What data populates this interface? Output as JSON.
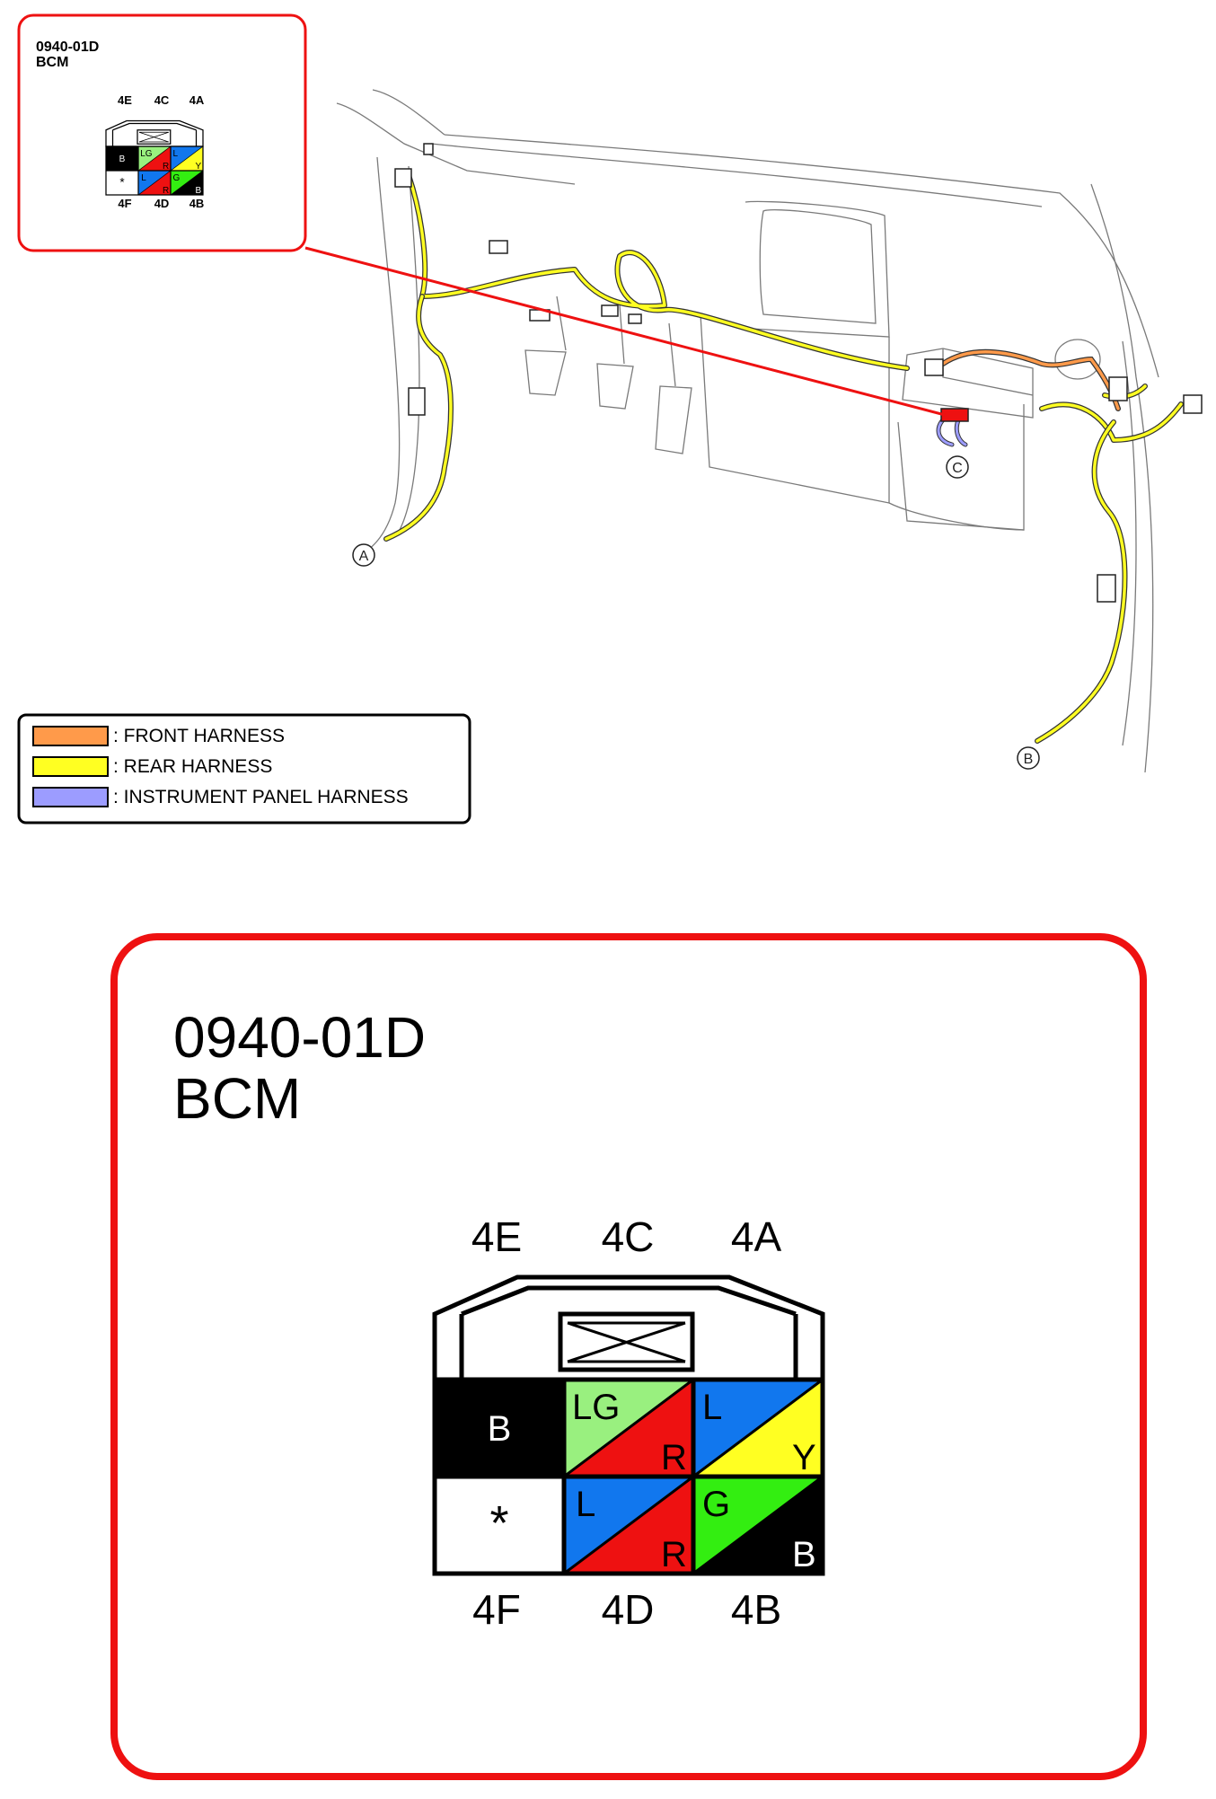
{
  "callout": {
    "connector_code": "0940-01D",
    "connector_name": "BCM"
  },
  "connector": {
    "top_labels": [
      "4E",
      "4C",
      "4A"
    ],
    "bottom_labels": [
      "4F",
      "4D",
      "4B"
    ],
    "terminals": [
      {
        "id": "4E",
        "wire": "B",
        "colors": [
          "#000000"
        ]
      },
      {
        "id": "4C",
        "wire_top": "LG",
        "wire_bottom": "R",
        "colors": [
          "#99f07f",
          "#ee1111"
        ]
      },
      {
        "id": "4A",
        "wire_top": "L",
        "wire_bottom": "Y",
        "colors": [
          "#1177ee",
          "#ffff22"
        ]
      },
      {
        "id": "4F",
        "wire": "*",
        "colors": [
          "#ffffff"
        ]
      },
      {
        "id": "4D",
        "wire_top": "L",
        "wire_bottom": "R",
        "colors": [
          "#1177ee",
          "#ee1111"
        ]
      },
      {
        "id": "4B",
        "wire_top": "G",
        "wire_bottom": "B",
        "colors": [
          "#33ee11",
          "#000000"
        ]
      }
    ]
  },
  "legend": {
    "items": [
      {
        "label": ": FRONT HARNESS",
        "color": "#ff9a4a"
      },
      {
        "label": ": REAR HARNESS",
        "color": "#ffff22"
      },
      {
        "label": ": INSTRUMENT PANEL HARNESS",
        "color": "#9c9cff"
      }
    ]
  },
  "markers": {
    "a": "A",
    "b": "B",
    "c": "C"
  },
  "colors": {
    "callout_border": "#ee1111",
    "front_harness": "#ff9a4a",
    "rear_harness": "#ffff22",
    "instrument_panel_harness": "#9c9cff"
  }
}
